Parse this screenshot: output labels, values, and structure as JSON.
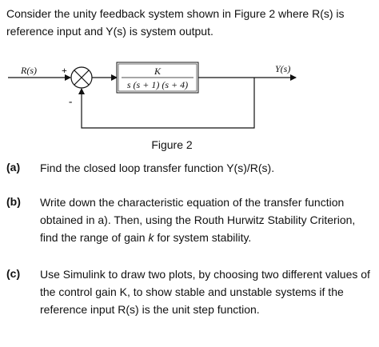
{
  "intro": "Consider the unity feedback system shown in Figure 2 where R(s) is reference input and Y(s) is system output.",
  "diagram": {
    "input_label": "R(s)",
    "output_label": "Y(s)",
    "plus_sign": "+",
    "minus_sign": "-",
    "tf_numerator": "K",
    "tf_denominator": "s (s + 1) (s + 4)"
  },
  "figure_caption": "Figure 2",
  "questions": [
    {
      "label": "(a)",
      "text": "Find the closed loop transfer function Y(s)/R(s)."
    },
    {
      "label": "(b)",
      "text_before": "Write down the characteristic equation of the transfer function obtained in a). Then, using the Routh Hurwitz Stability Criterion, find the range of gain ",
      "text_italic": "k",
      "text_after": " for system stability."
    },
    {
      "label": "(c)",
      "text": "Use Simulink to draw two plots, by choosing two different values of the control gain K, to show stable and unstable systems if the reference input R(s) is the unit step function."
    }
  ]
}
